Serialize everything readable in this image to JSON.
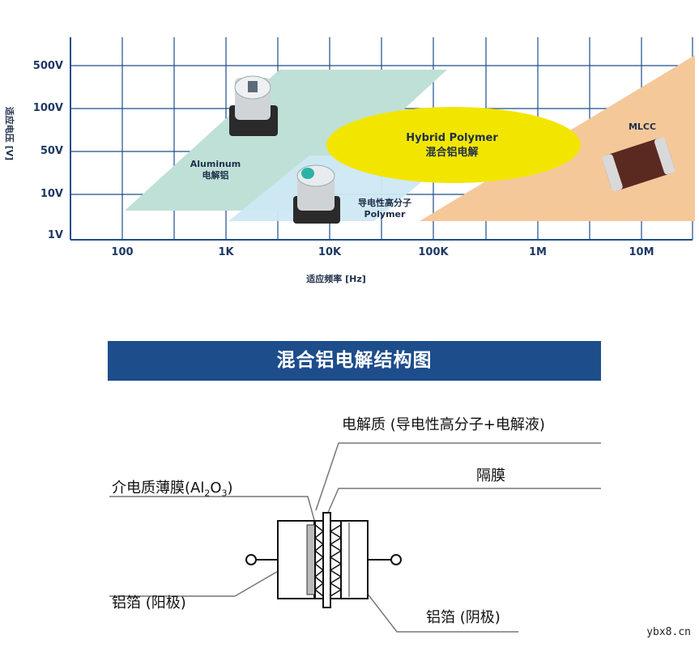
{
  "chart": {
    "y_axis_title": "适应电压 [V]",
    "x_axis_title": "适应频率 [Hz]",
    "y_ticks": [
      "500V",
      "100V",
      "50V",
      "10V",
      "1V"
    ],
    "x_ticks": [
      "100",
      "1K",
      "10K",
      "100K",
      "1M",
      "10M"
    ],
    "regions": {
      "aluminum": {
        "line1": "Aluminum",
        "line2": "电解铝"
      },
      "polymer": {
        "line1": "导电性高分子",
        "line2": "Polymer"
      },
      "hybrid": {
        "line1": "Hybrid Polymer",
        "line2": "混合铝电解"
      },
      "mlcc": {
        "line1": "MLCC"
      }
    },
    "colors": {
      "aluminum": "#bfe0d6",
      "polymer": "#cde8f4",
      "hybrid": "#f2e600",
      "mlcc": "#f5c89a",
      "grid": "#1f4e8c"
    }
  },
  "structure": {
    "title": "混合铝电解结构图",
    "labels": {
      "electrolyte": "电解质 (导电性高分子+电解液)",
      "separator": "隔膜",
      "dielectric_prefix": "介电质薄膜(Al",
      "dielectric_sub1": "2",
      "dielectric_mid": "O",
      "dielectric_sub2": "3",
      "dielectric_suffix": ")",
      "anode": "铝箔 (阳极)",
      "cathode": "铝箔 (阴极)"
    }
  },
  "watermark": "ybx8.cn"
}
